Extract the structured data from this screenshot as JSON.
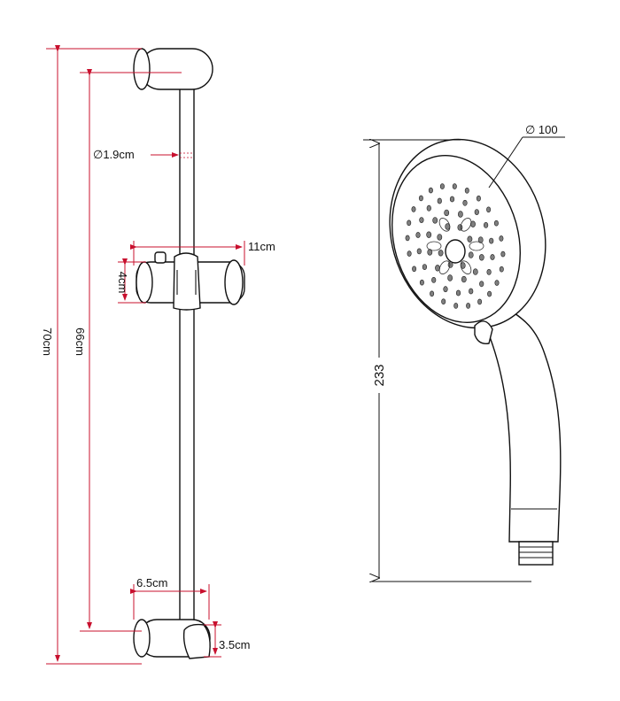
{
  "colors": {
    "dimension_line": "#c8102e",
    "outline": "#111111",
    "nozzle": "#7f7f7f"
  },
  "slide_rail": {
    "overall_length": "70cm",
    "hole_spacing": "66cm",
    "rod_diameter": "∅1.9cm",
    "holder_width": "11cm",
    "holder_height": "4cm",
    "bracket_width": "6.5cm",
    "bracket_depth": "3.5cm"
  },
  "hand_shower": {
    "face_diameter": "∅ 100",
    "overall_length": "233"
  }
}
